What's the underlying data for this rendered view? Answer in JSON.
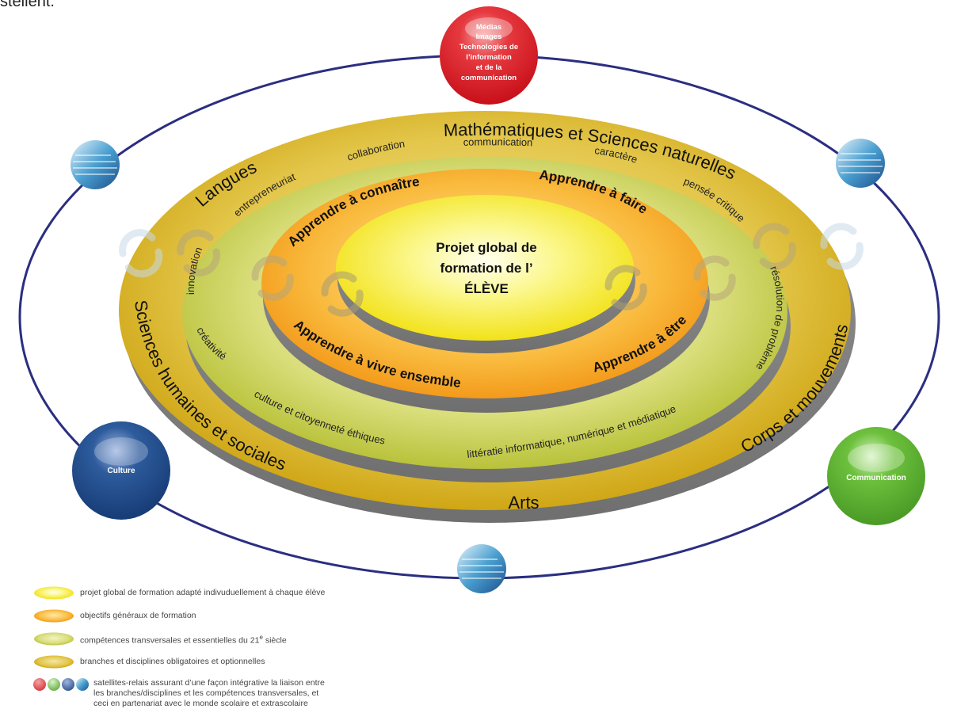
{
  "top_fragment": "stellent.",
  "center": {
    "line1": "Projet global de",
    "line2": "formation de l’",
    "line3": "ÉLÈVE"
  },
  "objectives": {
    "connaitre": "Apprendre à connaître",
    "faire": "Apprendre à faire",
    "vivre": "Apprendre à vivre ensemble",
    "etre": "Apprendre à être"
  },
  "competences": {
    "entrepreneuriat": "entrepreneuriat",
    "collaboration": "collaboration",
    "communication": "communication",
    "caractere": "caractère",
    "pensee": "pensée critique",
    "innovation": "innovation",
    "resolution": "résolution de problème",
    "creativite": "créativité",
    "culture": "culture et citoyenneté éthiques",
    "litteratie": "littératie informatique, numérique et médiatique"
  },
  "branches": {
    "maths": "Mathématiques et Sciences naturelles",
    "langues": "Langues",
    "shs": "Sciences humaines et sociales",
    "corps": "Corps et mouvements",
    "arts": "Arts"
  },
  "satellites": {
    "medias": [
      "Médias",
      "Images",
      "Technologies de",
      "l’information",
      "et de la",
      "communication"
    ],
    "culture": "Culture",
    "communication": "Communication"
  },
  "colors": {
    "medias": "#e2202a",
    "culture": "#1f4e8c",
    "communication": "#5bb030",
    "orbit": "#2b2e80",
    "center": "#f7ef3c",
    "objectives": "#f6a623",
    "competences": "#c9cf4a",
    "branches": "#d6b21e"
  },
  "legend": {
    "center": "projet global de formation adapté indivuduellement à chaque élève",
    "objectives": "objectifs généraux de formation",
    "competences_pre": "compétences transversales et essentielles du 21",
    "competences_sup": "e",
    "competences_post": " siècle",
    "branches": "branches et disciplines obligatoires et optionnelles",
    "satellites": "satellites-relais assurant d’une façon intégrative la liaison entre les branches/disciplines et les compétences transversales, et ceci en partenariat avec le monde scolaire et extrascolaire"
  }
}
